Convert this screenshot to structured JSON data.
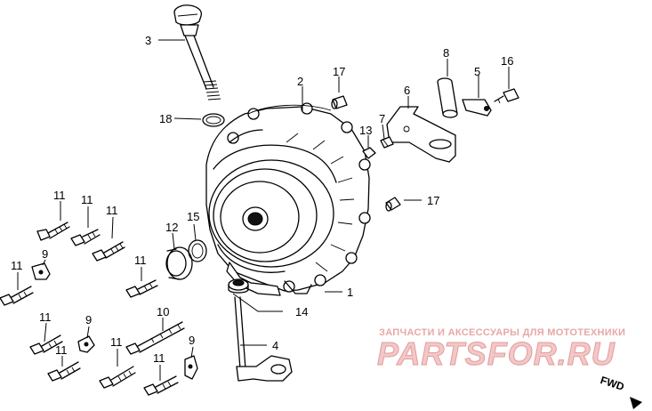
{
  "diagram": {
    "callouts": [
      "1",
      "2",
      "3",
      "4",
      "5",
      "6",
      "7",
      "8",
      "9",
      "9",
      "9",
      "10",
      "11",
      "11",
      "11",
      "11",
      "11",
      "11",
      "11",
      "11",
      "11",
      "12",
      "13",
      "14",
      "15",
      "16",
      "17",
      "17",
      "18"
    ],
    "direction_marker": "FWD"
  },
  "watermark": {
    "tagline": "ЗАПЧАСТИ И АКСЕССУАРЫ ДЛЯ МОТОТЕХНИКИ",
    "brand": "PARTSFOR.RU"
  }
}
